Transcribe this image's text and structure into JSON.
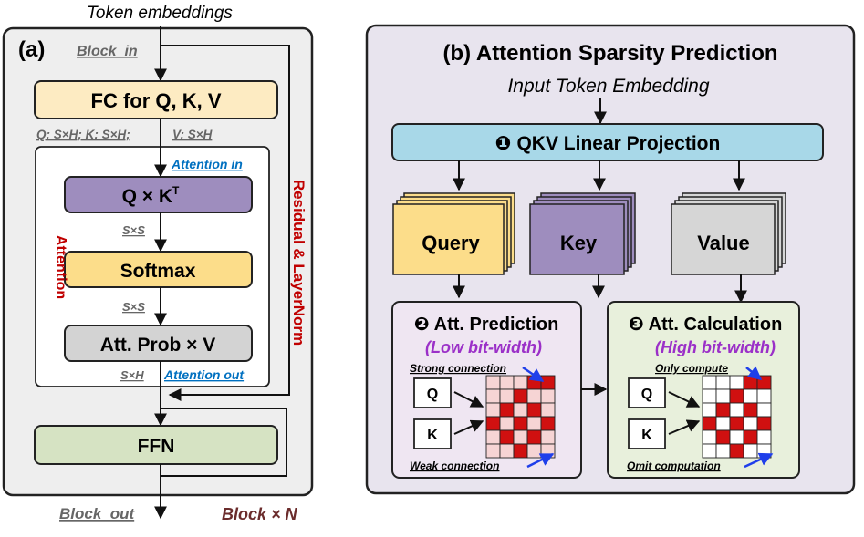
{
  "panel_a": {
    "label": "(a)",
    "token_embeddings": "Token embeddings",
    "block_in": "Block_in",
    "fc_qkv": "FC for Q, K, V",
    "qk_dims": "Q: S×H; K: S×H;",
    "v_dims": "V: S×H",
    "attention_in": "Attention in",
    "qk_main": "Q × K",
    "qk_sup": "T",
    "sxs_1": "S×S",
    "softmax": "Softmax",
    "sxs_2": "S×S",
    "att_prob": "Att. Prob × V",
    "sxh": "S×H",
    "attention_out": "Attention out",
    "attention_side": "Attention",
    "residual": "Residual & LayerNorm",
    "ffn": "FFN",
    "block_out": "Block_out",
    "block_n": "Block × N"
  },
  "panel_b": {
    "title": "(b) Attention Sparsity Prediction",
    "input": "Input Token Embedding",
    "step1_num": "❶",
    "step1": "QKV Linear Projection",
    "query": "Query",
    "key": "Key",
    "value": "Value",
    "step2_num": "❷",
    "step2": "Att. Prediction",
    "step2_sub": "(Low bit-width)",
    "strong": "Strong connection",
    "weak": "Weak connection",
    "q": "Q",
    "k": "K",
    "step3_num": "❸",
    "step3": "Att. Calculation",
    "step3_sub": "(High bit-width)",
    "only_compute": "Only compute",
    "omit": "Omit computation",
    "q2": "Q",
    "k2": "K"
  },
  "colors": {
    "fc_fill": "#FDEBC2",
    "qk_fill": "#9E8DBE",
    "softmax_fill": "#FCDD8A",
    "att_prob_fill": "#D3D3D3",
    "ffn_fill": "#D6E3C3",
    "panel_bg": "#EEEEEE",
    "panel_b_bg": "#E8E4EE",
    "qkv_proj_fill": "#A8D8E8",
    "query_fill": "#FCDD8A",
    "key_fill": "#9E8DBE",
    "value_fill": "#D6D6D6",
    "pred_fill": "#EFE6F2",
    "calc_fill": "#E8F0DC",
    "red_cell": "#D01010",
    "pink_cell": "#F6D4D4",
    "dark_red_text": "#C00000",
    "blue_link": "#0070C0",
    "purple_text": "#9B30C8",
    "block_n_color": "#6B2C2C",
    "arrow_blue": "#1F3FEA"
  },
  "matrices": {
    "prediction_strong": [
      [
        0,
        0,
        0,
        1,
        1
      ],
      [
        0,
        0,
        1,
        0,
        0
      ],
      [
        0,
        1,
        0,
        1,
        0
      ],
      [
        1,
        0,
        1,
        0,
        1
      ],
      [
        0,
        1,
        0,
        1,
        0
      ],
      [
        0,
        0,
        1,
        0,
        0
      ]
    ],
    "calc_compute": [
      [
        0,
        0,
        0,
        1,
        1
      ],
      [
        0,
        0,
        1,
        0,
        0
      ],
      [
        0,
        1,
        0,
        1,
        0
      ],
      [
        1,
        0,
        1,
        0,
        1
      ],
      [
        0,
        1,
        0,
        1,
        0
      ],
      [
        0,
        0,
        1,
        0,
        0
      ]
    ]
  }
}
